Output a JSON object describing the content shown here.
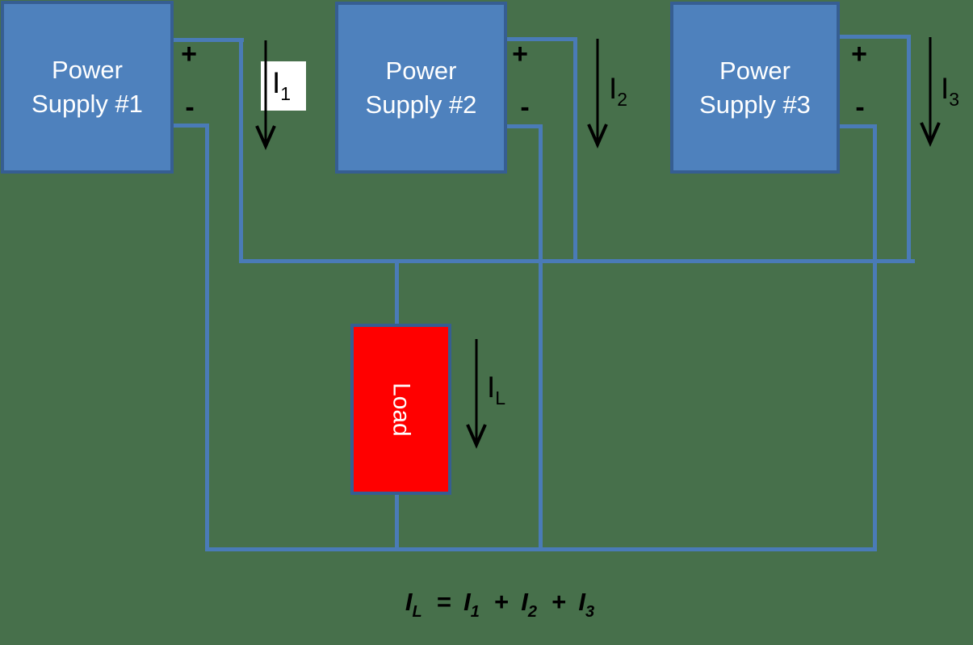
{
  "colors": {
    "background": "#47704B",
    "supply_fill": "#4E81BD",
    "box_border": "#365E92",
    "wire": "#4A7BB7",
    "load_fill": "#FF0000",
    "arrow": "#000000",
    "box_text": "#FFFFFF"
  },
  "supplies": [
    {
      "line1": "Power",
      "line2": "Supply #1",
      "plus": "+",
      "minus": "-",
      "current": {
        "symbol": "I",
        "subscript": "1"
      }
    },
    {
      "line1": "Power",
      "line2": "Supply #2",
      "plus": "+",
      "minus": "-",
      "current": {
        "symbol": "I",
        "subscript": "2"
      }
    },
    {
      "line1": "Power",
      "line2": "Supply #3",
      "plus": "+",
      "minus": "-",
      "current": {
        "symbol": "I",
        "subscript": "3"
      }
    }
  ],
  "load": {
    "label": "Load",
    "current": {
      "symbol": "I",
      "subscript": "L"
    }
  },
  "equation": {
    "lhs": {
      "symbol": "I",
      "subscript": "L"
    },
    "equals": "=",
    "plus": "+",
    "terms": [
      {
        "symbol": "I",
        "subscript": "1"
      },
      {
        "symbol": "I",
        "subscript": "2"
      },
      {
        "symbol": "I",
        "subscript": "3"
      }
    ]
  }
}
